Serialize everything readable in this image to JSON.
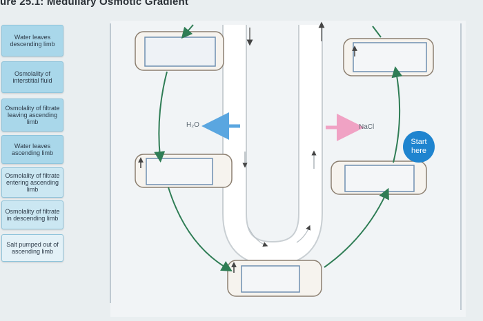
{
  "title": "ure 25.1: Medullary Osmotic Gradient",
  "labels": [
    "Water leaves descending limb",
    "Osmolality of interstitial fluid",
    "Osmolality of filtrate leaving ascending limb",
    "Water leaves ascending limb",
    "Osmolality of filtrate entering ascending limb",
    "Osmolality of filtrate in descending limb",
    "Salt pumped out of ascending limb"
  ],
  "h2o_label": "H₂O",
  "nacl_label": "NaCl",
  "start_label": "Start here",
  "colors": {
    "label_card": "#a9d7ea",
    "arrow_green": "#2f7d55",
    "h2o_arrow": "#5aa6e0",
    "nacl_arrow": "#f0a2c4",
    "start_button": "#1f84cf"
  }
}
